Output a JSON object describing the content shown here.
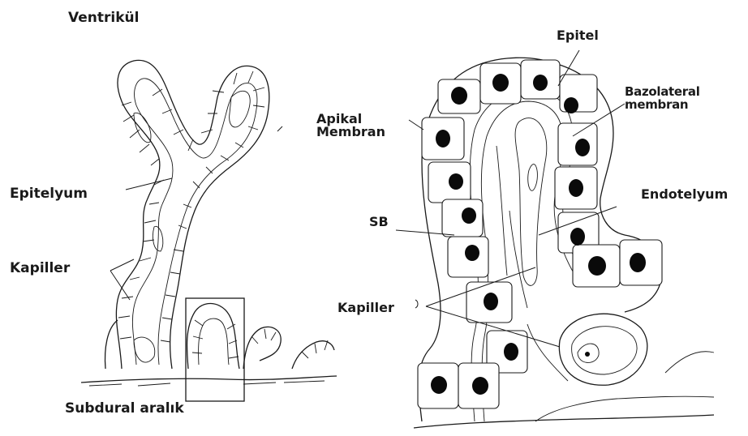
{
  "left_panel": {
    "labels": {
      "ventricle": "Ventrikül",
      "epithelium": "Epitelyum",
      "capillary": "Kapiller",
      "subdural_space": "Subdural aralık"
    }
  },
  "right_panel": {
    "labels": {
      "epithelium": "Epitel",
      "basolateral_1": "Bazolateral",
      "basolateral_2": "membran",
      "apical_1": "Apikal",
      "apical_2": "Membran",
      "endothelium": "Endotelyum",
      "sb": "SB",
      "capillary": "Kapiller"
    }
  }
}
